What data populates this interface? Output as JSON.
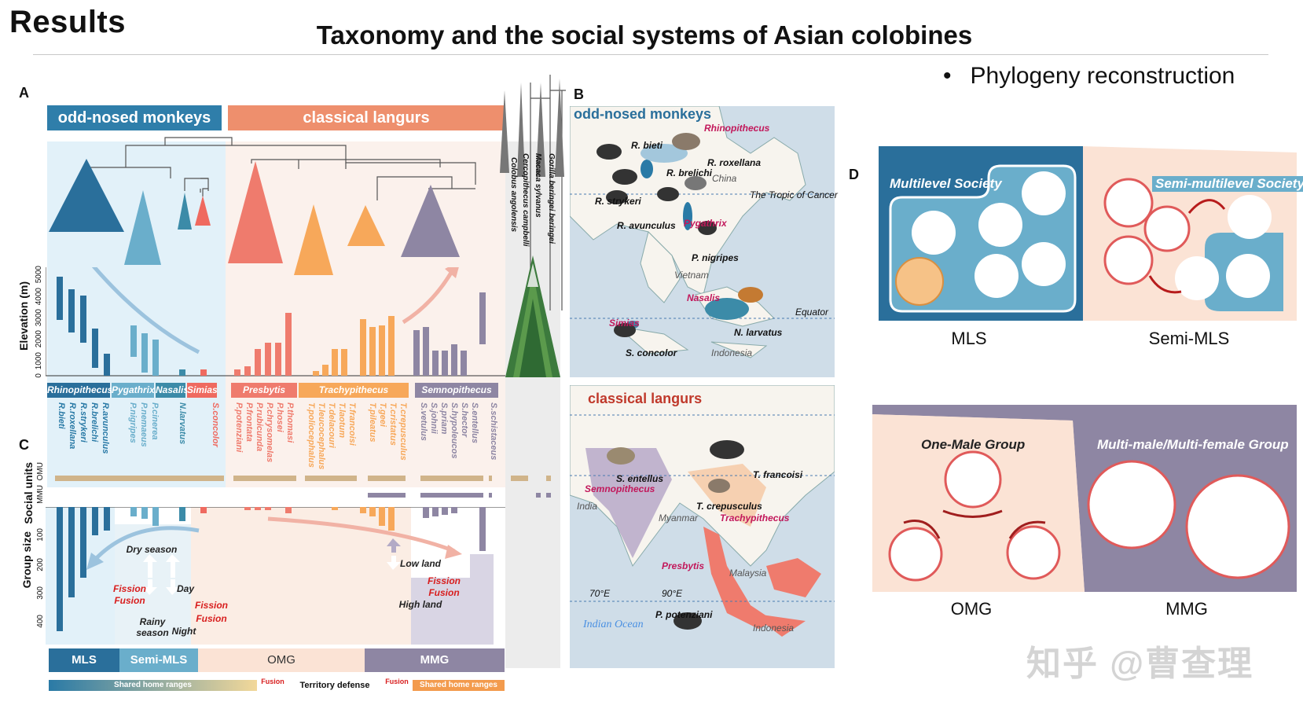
{
  "slide": {
    "heading": "Results",
    "title": "Taxonomy and the social systems of Asian colobines",
    "bullet": "Phylogeny reconstruction"
  },
  "panel_a": {
    "label": "A",
    "header_left": "odd-nosed monkeys",
    "header_right": "classical langurs",
    "outgroups": [
      "Gorilla beringei beringei",
      "Macaca sylvanus",
      "Cercopithecus campbelli",
      "Colobus angolensis"
    ],
    "elevation_axis_label": "Elevation (m)",
    "elevation_ticks": [
      "0",
      "1000",
      "2000",
      "3000",
      "4000",
      "5000"
    ],
    "genera": [
      "Rhinopithecus",
      "Pygathrix",
      "Nasalis",
      "Simias",
      "Presbytis",
      "Trachypithecus",
      "Semnopithecus"
    ],
    "species": [
      "R.bieti",
      "R.roxellana",
      "R.strykeri",
      "R.brelichi",
      "R.avunculus",
      "P.nigripes",
      "P.nemaeus",
      "P.cinerea",
      "N.larvatus",
      "S.concolor",
      "P.potenziani",
      "P.frontata",
      "P.rubicunda",
      "P.chrysomelas",
      "P.hosei",
      "P.thomasi",
      "T.poliocephalus",
      "T.leucocephalus",
      "T.delacouri",
      "T.laotum",
      "T.francoisi",
      "T.pileatus",
      "T.geei",
      "T.cristatus",
      "T.crepusculus",
      "S.vetulus",
      "S.johnii",
      "S.priam",
      "S.hypoleucos",
      "S.hector",
      "S.entellus",
      "S.schistaceus"
    ],
    "colors": {
      "rhino": "#2a7aa6",
      "pyga": "#6aaecb",
      "nasalis": "#3c8ba8",
      "simias": "#ef6a60",
      "presbytis": "#ef7b6d",
      "trachy": "#f7a85a",
      "semno": "#8e86a3"
    }
  },
  "panel_b": {
    "label": "B",
    "map1_title": "odd-nosed monkeys",
    "map2_title": "classical langurs",
    "map1_labels": [
      "R. bieti",
      "R. roxellana",
      "R. brelichi",
      "R. strykeri",
      "R. avunculus",
      "P. nigripes",
      "N. larvatus",
      "S. concolor"
    ],
    "map1_genera": [
      "Rhinopithecus",
      "Pygathrix",
      "Nasalis",
      "Simias"
    ],
    "map1_places": [
      "China",
      "The Tropic of Cancer",
      "Vietnam",
      "Equator",
      "Indonesia"
    ],
    "map2_labels": [
      "S. entellus",
      "T. francoisi",
      "T. crepusculus",
      "P. potenziani"
    ],
    "map2_genera": [
      "Semnopithecus",
      "Trachypithecus",
      "Presbytis"
    ],
    "map2_places": [
      "India",
      "Myanmar",
      "Malaysia",
      "Indonesia",
      "Indian Ocean",
      "70°E",
      "90°E"
    ]
  },
  "panel_c": {
    "label": "C",
    "social_units_label": "Social units",
    "social_ticks": [
      "OMU",
      "MMU"
    ],
    "group_size_label": "Group size",
    "group_ticks": [
      "100",
      "200",
      "300",
      "400"
    ],
    "notes": {
      "dry": "Dry season",
      "rainy": "Rainy season",
      "day": "Day",
      "night": "Night",
      "fission": "Fission",
      "fusion": "Fusion",
      "low": "Low land",
      "high": "High land"
    },
    "systems": [
      "MLS",
      "Semi-MLS",
      "OMG",
      "MMG"
    ],
    "gradient": {
      "left": "Shared home ranges",
      "mid": "Territory defense",
      "right": "Shared home ranges",
      "fusion": "Fusion"
    }
  },
  "panel_d": {
    "label": "D",
    "mls_title": "Multilevel Society",
    "semi_title": "Semi-multilevel Society",
    "omg_title": "One-Male Group",
    "mmg_title": "Multi-male/Multi-female Group",
    "captions": [
      "MLS",
      "Semi-MLS",
      "OMG",
      "MMG"
    ]
  },
  "watermark": "知乎 @曹查理"
}
